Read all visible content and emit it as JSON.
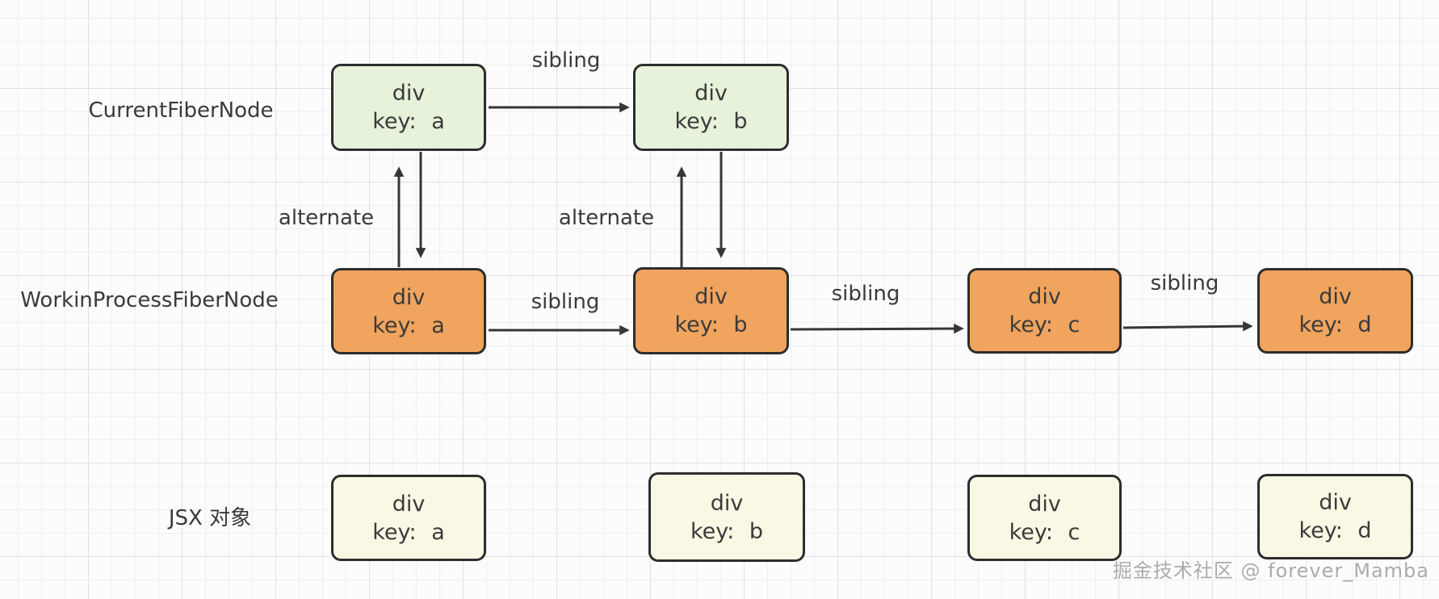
{
  "rows": {
    "current": {
      "label": "CurrentFiberNode"
    },
    "work_in_progress": {
      "label": "WorkinProcessFiberNode"
    },
    "jsx": {
      "label": "JSX 对象"
    }
  },
  "nodes": {
    "current": [
      {
        "title": "div",
        "key": "key: a"
      },
      {
        "title": "div",
        "key": "key: b"
      }
    ],
    "work_in_progress": [
      {
        "title": "div",
        "key": "key: a"
      },
      {
        "title": "div",
        "key": "key: b"
      },
      {
        "title": "div",
        "key": "key: c"
      },
      {
        "title": "div",
        "key": "key: d"
      }
    ],
    "jsx": [
      {
        "title": "div",
        "key": "key: a"
      },
      {
        "title": "div",
        "key": "key: b"
      },
      {
        "title": "div",
        "key": "key: c"
      },
      {
        "title": "div",
        "key": "key: d"
      }
    ]
  },
  "edge_labels": {
    "sibling": "sibling",
    "alternate": "alternate"
  },
  "watermark": "掘金技术社区 @ forever_Mamba",
  "colors": {
    "current_node_fill": "#E6F2DA",
    "work_in_progress_node_fill": "#F0A45E",
    "jsx_node_fill": "#FAF7E5",
    "node_border": "#2D2D2D",
    "arrow": "#363636",
    "text": "#3B3B3B",
    "watermark_text": "#ABABAB",
    "background": "#FCFCFC"
  }
}
